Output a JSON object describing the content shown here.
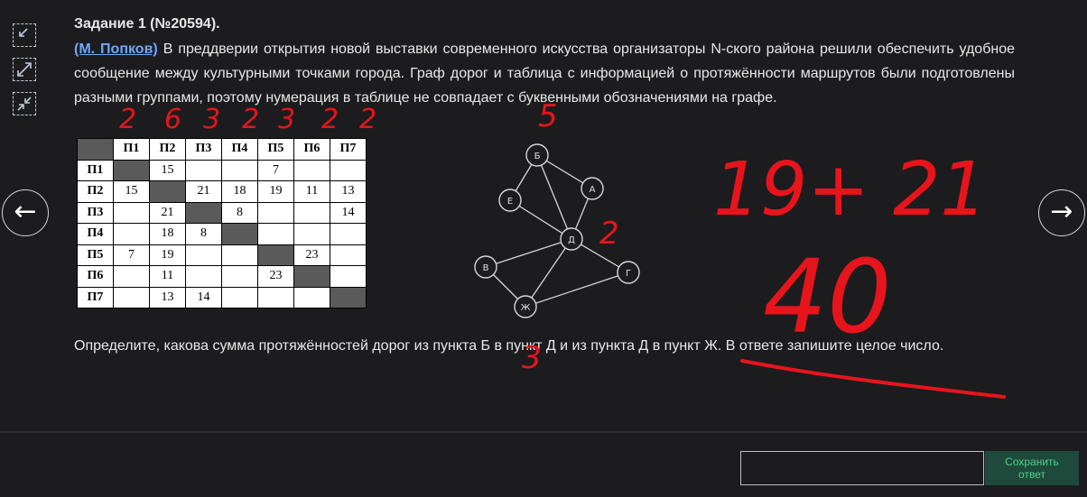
{
  "task": {
    "title": "Задание 1 (№20594).",
    "author": "(М. Попков)",
    "intro": " В преддверии открытия новой выставки современного искусства организаторы N-ского района решили обеспечить удобное сообщение между культурными точками города. Граф дорог и таблица с информацией о протяжённости маршрутов были подготовлены разными группами, поэтому нумерация в таблице не совпадает с буквенными обозначениями на графе.",
    "question": "Определите, какова сумма протяжённостей дорог из пункта Б в пункт Д и из пункта Д в пункт Ж. В ответе запишите целое число."
  },
  "table": {
    "headers": [
      "П1",
      "П2",
      "П3",
      "П4",
      "П5",
      "П6",
      "П7"
    ],
    "rows": [
      {
        "label": "П1",
        "cells": [
          "",
          "15",
          "",
          "",
          "7",
          "",
          ""
        ]
      },
      {
        "label": "П2",
        "cells": [
          "15",
          "",
          "21",
          "18",
          "19",
          "11",
          "13"
        ]
      },
      {
        "label": "П3",
        "cells": [
          "",
          "21",
          "",
          "8",
          "",
          "",
          "14"
        ]
      },
      {
        "label": "П4",
        "cells": [
          "",
          "18",
          "8",
          "",
          "",
          "",
          ""
        ]
      },
      {
        "label": "П5",
        "cells": [
          "7",
          "19",
          "",
          "",
          "",
          "23",
          ""
        ]
      },
      {
        "label": "П6",
        "cells": [
          "",
          "11",
          "",
          "",
          "23",
          "",
          ""
        ]
      },
      {
        "label": "П7",
        "cells": [
          "",
          "13",
          "14",
          "",
          "",
          "",
          ""
        ]
      }
    ]
  },
  "graph": {
    "nodes": [
      "Б",
      "А",
      "Е",
      "Д",
      "В",
      "Г",
      "Ж"
    ],
    "edges": [
      [
        "Б",
        "Е"
      ],
      [
        "Б",
        "А"
      ],
      [
        "Б",
        "Д"
      ],
      [
        "А",
        "Д"
      ],
      [
        "Е",
        "Д"
      ],
      [
        "Д",
        "В"
      ],
      [
        "Д",
        "Г"
      ],
      [
        "Д",
        "Ж"
      ],
      [
        "В",
        "Ж"
      ],
      [
        "Г",
        "Ж"
      ]
    ]
  },
  "annotations": {
    "digits_over_headers": [
      "2",
      "6",
      "3",
      "2",
      "3",
      "2",
      "2"
    ],
    "note_near_text": "5",
    "note_d": "2",
    "sum_line": "19+ 21",
    "result": "40",
    "note_below": "3",
    "color": "#e8141c"
  },
  "nav": {
    "prev": "←",
    "next": "→"
  },
  "answer": {
    "value": "",
    "save_label": "Сохранить ответ"
  }
}
